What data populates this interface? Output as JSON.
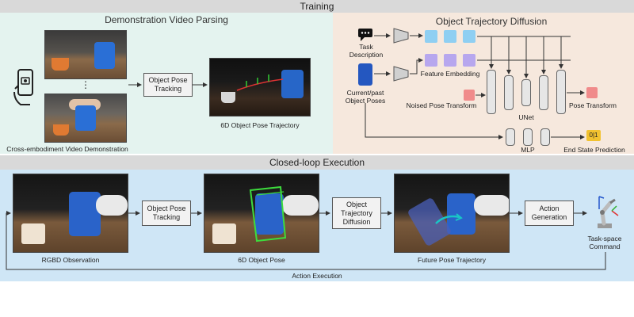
{
  "training": {
    "header": "Training",
    "left_title": "Demonstration Video Parsing",
    "right_title": "Object Trajectory Diffusion",
    "ellipsis": "⋮",
    "pose_tracking": "Object Pose Tracking",
    "trajectory_caption": "6D Object Pose Trajectory",
    "video_caption": "Cross-embodiment Video Demonstration",
    "task_description": "Task Description",
    "current_past": "Current/past Object Poses",
    "feature_embedding": "Feature Embedding",
    "noised_pose": "Noised Pose Transform",
    "unet": "UNet",
    "pose_transform": "Pose Transform",
    "mlp": "MLP",
    "end_state": "End State Prediction",
    "end_state_value": "0|1"
  },
  "execution": {
    "header": "Closed-loop Execution",
    "rgbd_caption": "RGBD Observation",
    "pose_tracking": "Object Pose Tracking",
    "pose6d_caption": "6D Object Pose",
    "trajectory_diffusion": "Object Trajectory Diffusion",
    "future_caption": "Future Pose Trajectory",
    "action_generation": "Action Generation",
    "command": "Task-space Command",
    "action_execution": "Action Execution"
  },
  "colors": {
    "embed_blue": "#8fcff2",
    "embed_purple": "#b7a7ee",
    "noise_red": "#f08b8b",
    "end_state_yellow": "#f2c230",
    "frame_green": "#3ddc3d"
  },
  "icons": [
    "phone-camera-icon",
    "speech-bubble-icon",
    "trapezoid-encoder-icon",
    "robot-arm-icon"
  ]
}
